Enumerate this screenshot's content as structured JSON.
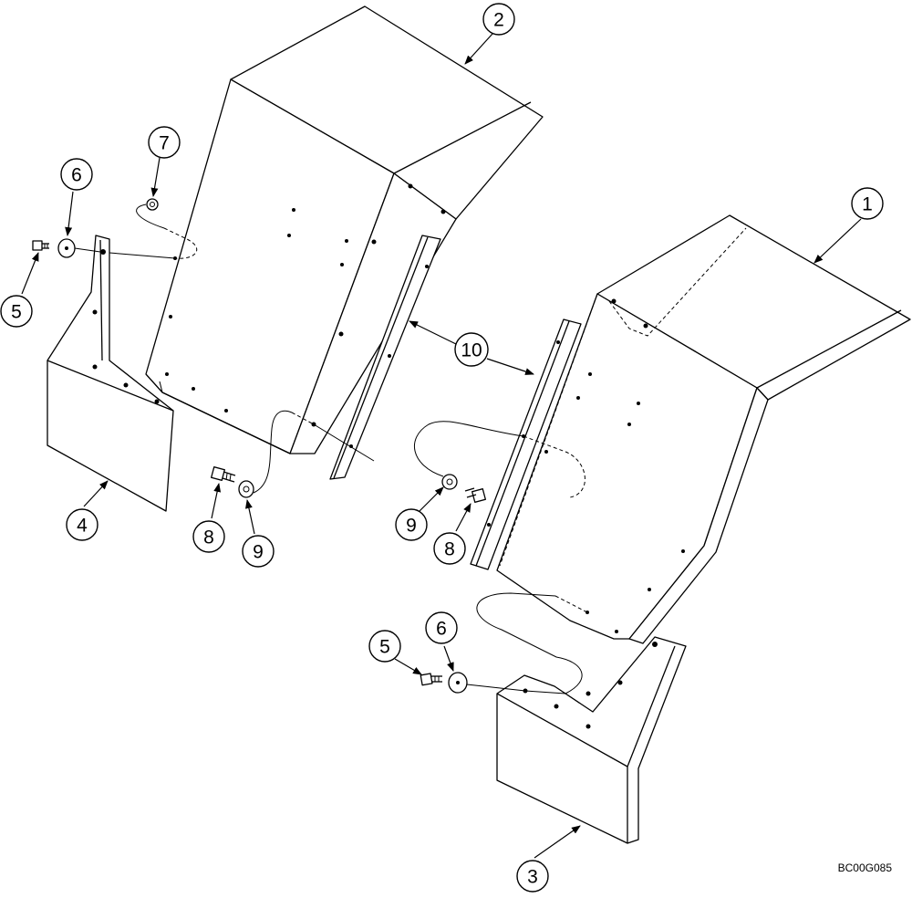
{
  "diagram": {
    "callouts": [
      {
        "id": "callout-1",
        "label": "1"
      },
      {
        "id": "callout-2",
        "label": "2"
      },
      {
        "id": "callout-3",
        "label": "3"
      },
      {
        "id": "callout-4",
        "label": "4"
      },
      {
        "id": "callout-5-left",
        "label": "5"
      },
      {
        "id": "callout-5-right",
        "label": "5"
      },
      {
        "id": "callout-6-left",
        "label": "6"
      },
      {
        "id": "callout-6-right",
        "label": "6"
      },
      {
        "id": "callout-7",
        "label": "7"
      },
      {
        "id": "callout-8-left",
        "label": "8"
      },
      {
        "id": "callout-8-right",
        "label": "8"
      },
      {
        "id": "callout-9-left",
        "label": "9"
      },
      {
        "id": "callout-9-right",
        "label": "9"
      },
      {
        "id": "callout-10",
        "label": "10"
      }
    ],
    "reference_code": "BC00G085"
  }
}
